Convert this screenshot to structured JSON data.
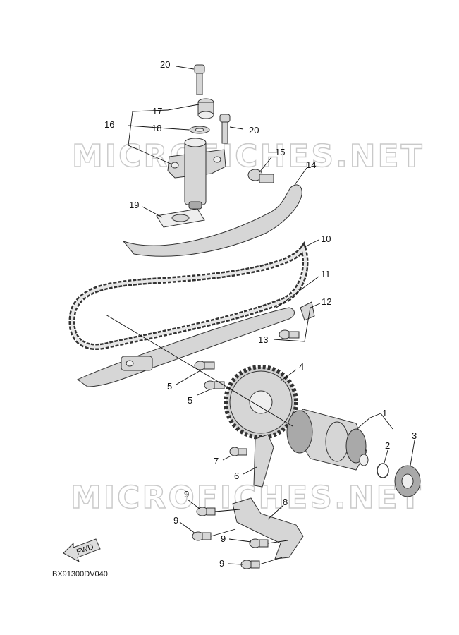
{
  "watermarks": [
    "MICROFICHES.NET",
    "MICROFICHES.NET"
  ],
  "diagram_code": "BX91300DV040",
  "fwd_arrow": {
    "label": "FWD",
    "icon": "forward-arrow-icon"
  },
  "callouts": [
    "1",
    "2",
    "3",
    "4",
    "5",
    "5",
    "6",
    "7",
    "8",
    "9",
    "9",
    "9",
    "9",
    "10",
    "11",
    "12",
    "13",
    "14",
    "15",
    "16",
    "17",
    "18",
    "19",
    "20",
    "20"
  ]
}
